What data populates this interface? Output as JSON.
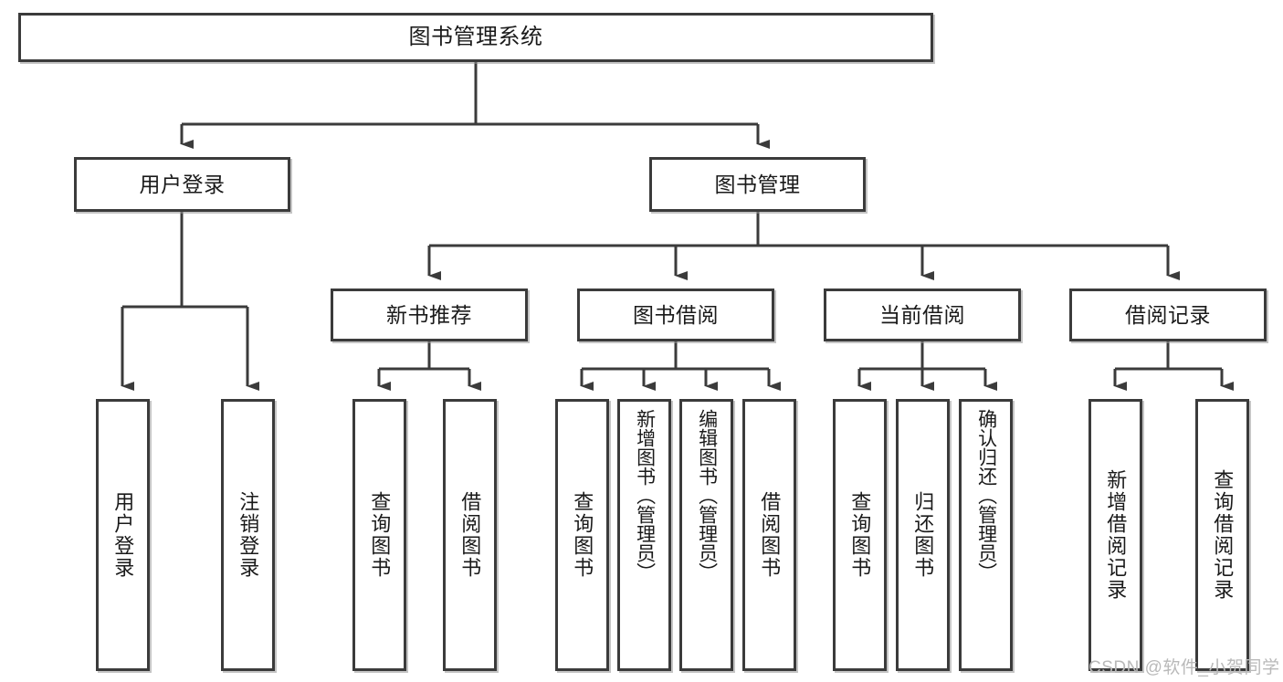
{
  "diagram": {
    "title": "图书管理系统",
    "type": "tree",
    "orientation": "top-down",
    "edge_color": "#3b3b3b",
    "node_border_color": "#3b3b3b",
    "node_fill_color": "#ffffff",
    "background_color": "#ffffff",
    "nodes": {
      "root": {
        "label": "图书管理系统"
      },
      "level2": [
        {
          "id": "user-login",
          "label": "用户登录"
        },
        {
          "id": "book-manage",
          "label": "图书管理"
        }
      ],
      "level3": [
        {
          "id": "new-book-recommend",
          "label": "新书推荐"
        },
        {
          "id": "book-borrow",
          "label": "图书借阅"
        },
        {
          "id": "current-borrow",
          "label": "当前借阅"
        },
        {
          "id": "borrow-record",
          "label": "借阅记录"
        }
      ],
      "leaves": [
        {
          "id": "leaf-user-login",
          "label": "用户登录",
          "parent": "user-login"
        },
        {
          "id": "leaf-user-logout",
          "label": "注销登录",
          "parent": "user-login"
        },
        {
          "id": "leaf-query-book-1",
          "label": "查询图书",
          "parent": "new-book-recommend"
        },
        {
          "id": "leaf-borrow-book-1",
          "label": "借阅图书",
          "parent": "new-book-recommend"
        },
        {
          "id": "leaf-query-book-2",
          "label": "查询图书",
          "parent": "book-borrow"
        },
        {
          "id": "leaf-add-book",
          "label": "新增图书（管理员）",
          "parent": "book-borrow"
        },
        {
          "id": "leaf-edit-book",
          "label": "编辑图书（管理员）",
          "parent": "book-borrow"
        },
        {
          "id": "leaf-borrow-book-2",
          "label": "借阅图书",
          "parent": "book-borrow"
        },
        {
          "id": "leaf-query-book-3",
          "label": "查询图书",
          "parent": "current-borrow"
        },
        {
          "id": "leaf-return-book",
          "label": "归还图书",
          "parent": "current-borrow"
        },
        {
          "id": "leaf-confirm-return",
          "label": "确认归还（管理员）",
          "parent": "current-borrow"
        },
        {
          "id": "leaf-add-record",
          "label": "新增借阅记录",
          "parent": "borrow-record"
        },
        {
          "id": "leaf-query-record",
          "label": "查询借阅记录",
          "parent": "borrow-record"
        }
      ]
    }
  },
  "watermark": {
    "text": "CSDN @软件_小贺同学"
  }
}
